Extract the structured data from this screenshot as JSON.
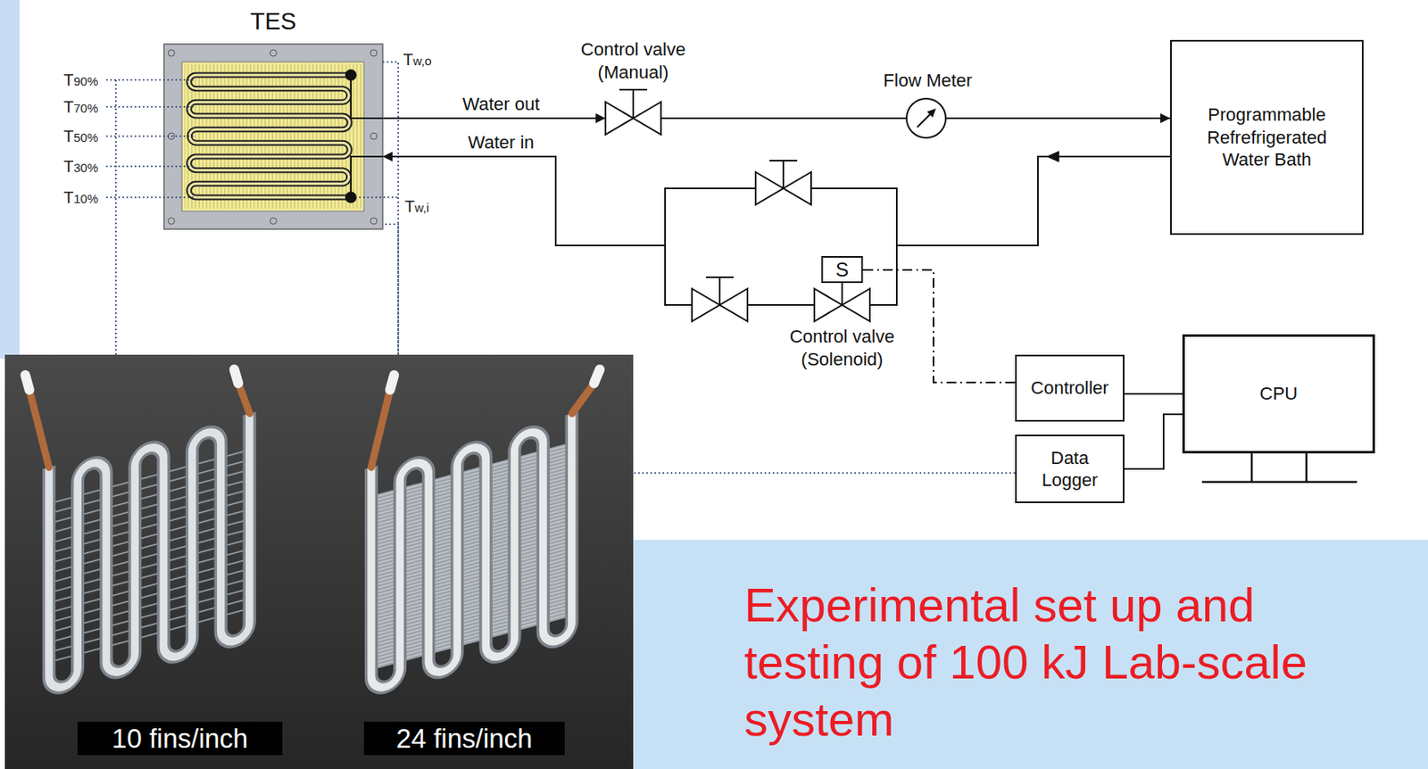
{
  "diagram": {
    "caption": "Experimental set up and testing of 100 kJ Lab-scale system",
    "nodes": [
      {
        "text": [
          "TES"
        ]
      },
      {
        "text": [
          "Control valve (Manual)"
        ]
      },
      {
        "text": [
          "Flow Meter"
        ]
      },
      {
        "text": [
          "Programmable Refrefrigerated Water Bath"
        ]
      },
      {
        "text": [
          "S",
          "Control valve (Solenoid)"
        ]
      },
      {
        "text": [
          "Controller"
        ]
      },
      {
        "text": [
          "CPU"
        ]
      },
      {
        "text": [
          "Data Logger"
        ]
      }
    ],
    "edges": [
      {
        "from": 0,
        "to": 1,
        "label": "Water out",
        "arrow": "to"
      },
      {
        "from": 1,
        "to": 2,
        "arrow": "none"
      },
      {
        "from": 2,
        "to": 3,
        "arrow": "to"
      },
      {
        "from": 3,
        "to": 4,
        "arrow": "none"
      },
      {
        "from": 4,
        "to": 0,
        "label": "Water in",
        "arrow": "to"
      },
      {
        "from": 5,
        "to": 4,
        "arrow": "none"
      },
      {
        "from": 5,
        "to": 6,
        "arrow": "none"
      },
      {
        "from": 7,
        "to": 6,
        "arrow": "none"
      },
      {
        "from": 7,
        "to": 0,
        "arrow": "none"
      }
    ],
    "labels": [
      "T90%",
      "T70%",
      "T50%",
      "T30%",
      "T10%",
      "Tw,o",
      "Tw,i",
      "10 fins/inch",
      "24 fins/inch"
    ]
  }
}
